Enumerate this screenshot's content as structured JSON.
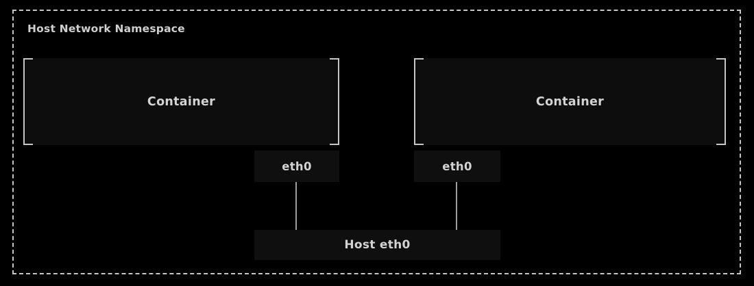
{
  "diagram": {
    "title": "Host Network Namespace",
    "background_color": "#000000",
    "line_color": "#c6c6c6",
    "text_color": "#d3d3d3",
    "box_fill_color": "#0f0f0f",
    "link_color": "#9f9f9f",
    "boundary": {
      "label": "Host Network Namespace",
      "style": "dashed"
    },
    "containers": [
      {
        "label": "Container",
        "style": "bracket"
      },
      {
        "label": "Container",
        "style": "bracket"
      }
    ],
    "interfaces": [
      {
        "label": "eth0"
      },
      {
        "label": "eth0"
      }
    ],
    "host_interface": {
      "label": "Host eth0"
    },
    "links": [
      {
        "from": "eth0",
        "to": "Host eth0"
      },
      {
        "from": "eth0",
        "to": "Host eth0"
      }
    ]
  }
}
